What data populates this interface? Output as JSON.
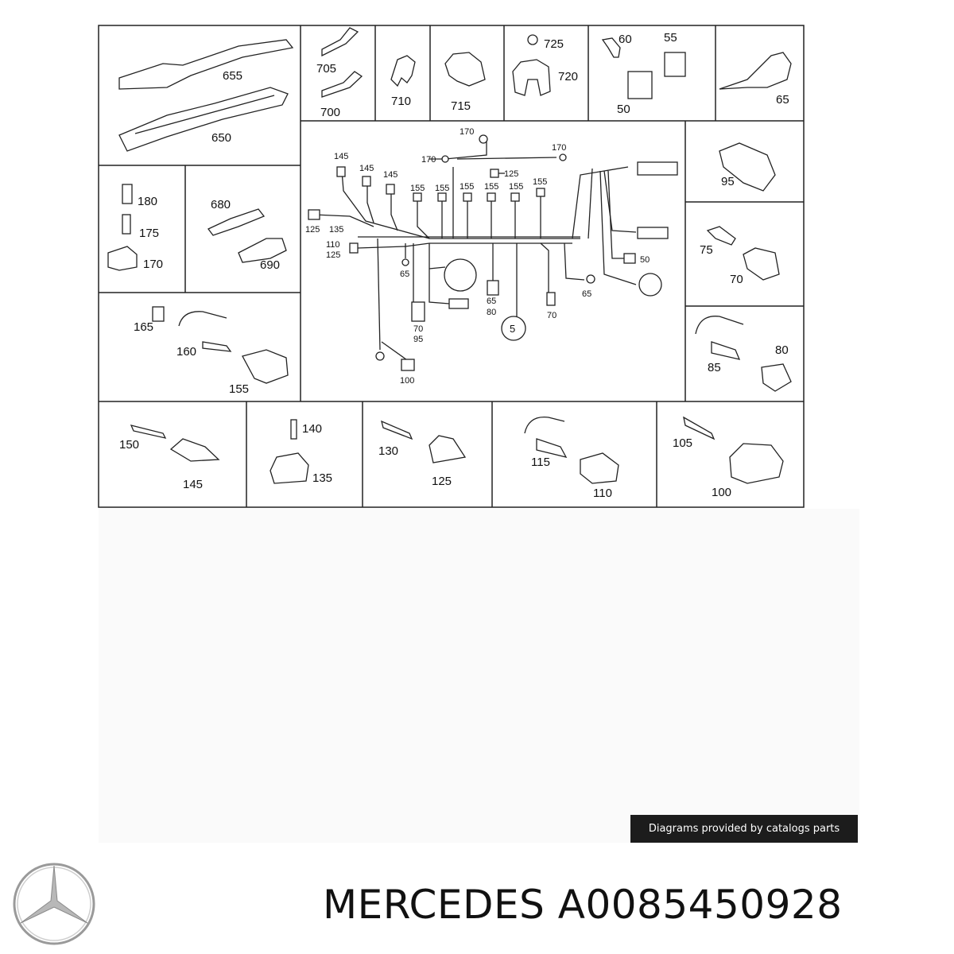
{
  "cells": {
    "c1": [
      "655",
      "650"
    ],
    "c2": [
      "705",
      "700"
    ],
    "c3": [
      "710"
    ],
    "c4": [
      "715"
    ],
    "c5": [
      "725",
      "720"
    ],
    "c6": [
      "60",
      "55",
      "50"
    ],
    "c7": [
      "65"
    ],
    "c8": [
      "180",
      "175",
      "170"
    ],
    "c9": [
      "680",
      "690"
    ],
    "c10": [
      "165",
      "160",
      "155"
    ],
    "c11": [
      "95"
    ],
    "c12": [
      "75",
      "70"
    ],
    "c13": [
      "80",
      "85"
    ],
    "c14": [
      "150",
      "145"
    ],
    "c15": [
      "140",
      "135"
    ],
    "c16": [
      "130",
      "125"
    ],
    "c17": [
      "115",
      "110"
    ],
    "c18": [
      "105",
      "100"
    ]
  },
  "harness_labels": [
    "170",
    "170",
    "170",
    "145",
    "145",
    "145",
    "125",
    "155",
    "155",
    "155",
    "155",
    "155",
    "155",
    "125",
    "135",
    "110",
    "125",
    "65",
    "65",
    "80",
    "70",
    "95",
    "70",
    "65",
    "50",
    "100",
    "5"
  ],
  "credit": "Diagrams provided by catalogs parts",
  "brand": "MERCEDES",
  "part_number": "A0085450928",
  "colors": {
    "line": "#222222",
    "credit_bg": "#1c1c1c"
  },
  "icons": [
    "mercedes-star-logo-icon"
  ]
}
